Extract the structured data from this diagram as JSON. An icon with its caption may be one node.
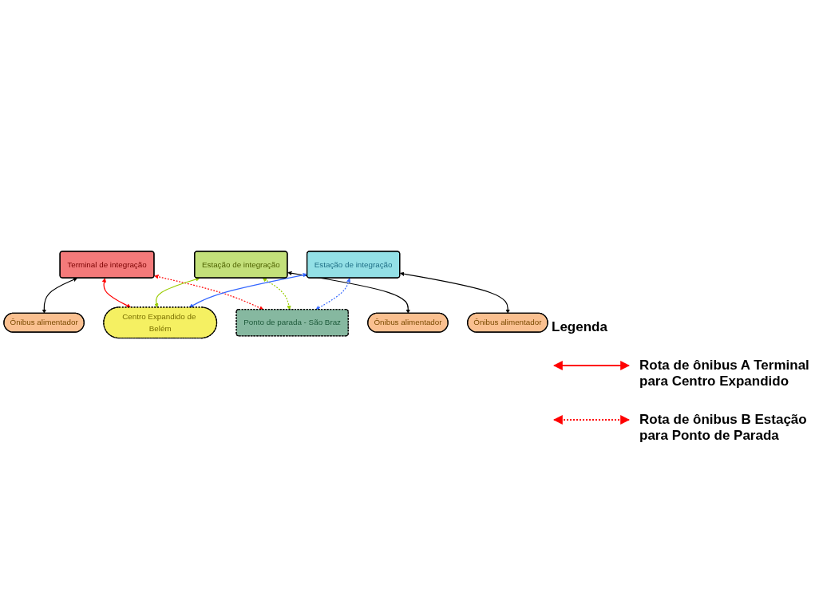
{
  "diagram": {
    "nodes": [
      {
        "text": [
          "Terminal de integração"
        ]
      },
      {
        "text": [
          "Ônibus alimentador"
        ]
      },
      {
        "text": [
          "Estação de integração"
        ]
      },
      {
        "text": [
          "Ônibus alimentador"
        ]
      },
      {
        "text": [
          "Estação de integração"
        ]
      },
      {
        "text": [
          "Ônibus alimentador"
        ]
      },
      {
        "text": [
          "Ponto de parada - São Braz"
        ]
      },
      {
        "text": [
          "Centro Expandido de Belém"
        ]
      }
    ],
    "edges": [
      {
        "from": 0,
        "to": 1,
        "arrow": "both"
      },
      {
        "from": 2,
        "to": 3,
        "arrow": "both"
      },
      {
        "from": 4,
        "to": 5,
        "arrow": "both"
      },
      {
        "from": 0,
        "to": 7,
        "arrow": "both",
        "color": "#ff0000"
      },
      {
        "from": 0,
        "to": 6,
        "arrow": "both",
        "style": "dashed",
        "color": "#ff0000"
      },
      {
        "from": 2,
        "to": 7,
        "arrow": "both",
        "color": "#99cc00"
      },
      {
        "from": 2,
        "to": 6,
        "arrow": "both",
        "style": "dashed",
        "color": "#99cc00"
      },
      {
        "from": 4,
        "to": 7,
        "arrow": "both",
        "color": "#3366ff"
      },
      {
        "from": 4,
        "to": 6,
        "arrow": "both",
        "style": "dashed",
        "color": "#3366ff"
      }
    ],
    "labels": [
      "Legenda"
    ],
    "legend": [
      {
        "text": "Rota de ônibus A Terminal para Centro Expandido"
      },
      {
        "text": "Rota de ônibus B Estação para Ponto de Parada"
      }
    ]
  }
}
